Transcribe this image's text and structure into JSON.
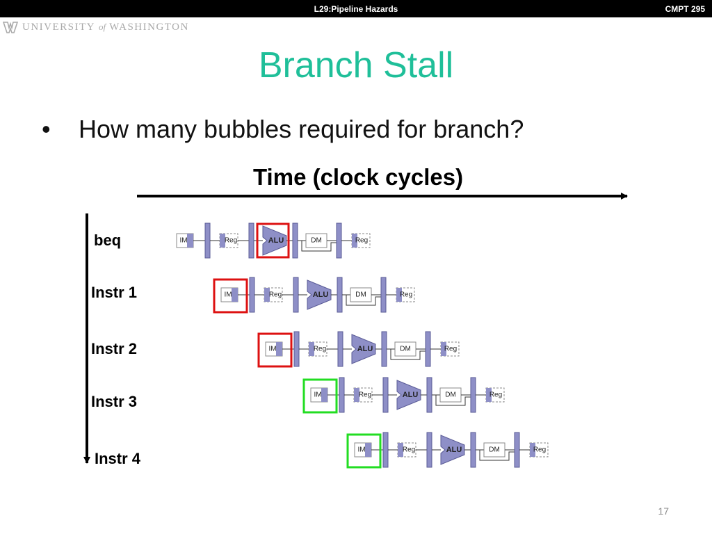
{
  "header": {
    "center_text": "L29:Pipeline Hazards",
    "right_text": "CMPT 295"
  },
  "logo": {
    "part1": "UNIVERSITY",
    "part2": "of",
    "part3": "WASHINGTON",
    "icon": "uw-w-icon"
  },
  "slide": {
    "title": "Branch Stall",
    "bullet": "How many bubbles required for branch?",
    "time_label": "Time (clock cycles)",
    "page_number": "17"
  },
  "pipeline": {
    "stage_labels": {
      "im": "IM",
      "reg": "Reg",
      "alu": "ALU",
      "dm": "DM"
    },
    "instructions": [
      {
        "label": "beq",
        "highlight": "ALU",
        "highlight_color": "#dd1111"
      },
      {
        "label": "Instr 1",
        "highlight": "IM",
        "highlight_color": "#dd1111"
      },
      {
        "label": "Instr 2",
        "highlight": "IM",
        "highlight_color": "#dd1111"
      },
      {
        "label": "Instr 3",
        "highlight": "IM",
        "highlight_color": "#22dd22"
      },
      {
        "label": "Instr 4",
        "highlight": "IM",
        "highlight_color": "#22dd22"
      }
    ]
  },
  "colors": {
    "title": "#1fbf99",
    "stage_fill": "#8e8fc7",
    "stage_stroke": "#5a5b96"
  }
}
